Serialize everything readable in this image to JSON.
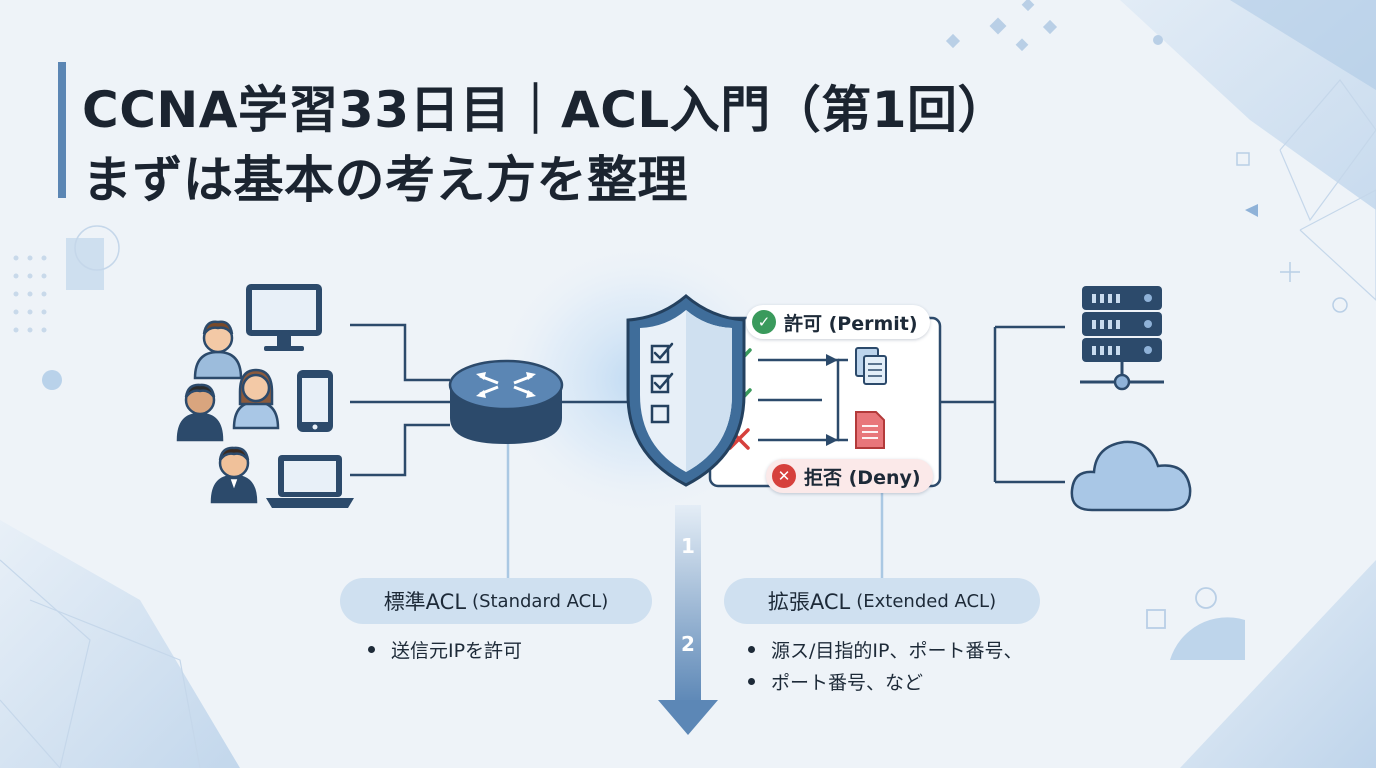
{
  "title": {
    "line1": "CCNA学習33日目｜ACL入門（第1回）",
    "line2": "まずは基本の考え方を整理"
  },
  "badges": {
    "permit": "許可 (Permit)",
    "deny": "拒否 (Deny)"
  },
  "standard": {
    "label": "標準ACL",
    "sub": "(Standard ACL)",
    "bullets": [
      "送信元IPを許可"
    ]
  },
  "extended": {
    "label": "拡張ACL",
    "sub": "(Extended ACL)",
    "bullets": [
      "源ス/目指的IP、ポート番号、",
      "ポート番号、など"
    ]
  },
  "steps": [
    "1",
    "2"
  ],
  "icons": {
    "users": "user-group-icon",
    "devices": [
      "monitor-icon",
      "smartphone-icon",
      "laptop-icon"
    ],
    "router": "router-icon",
    "shield": "shield-checklist-icon",
    "server": "server-icon",
    "cloud": "cloud-icon",
    "permit": "check-circle-icon",
    "deny": "x-circle-icon"
  },
  "colors": {
    "accent": "#5b86b4",
    "navy": "#2c4a6b",
    "green": "#3a9a5c",
    "red": "#d6403c",
    "pill": "#cfe0f0"
  }
}
